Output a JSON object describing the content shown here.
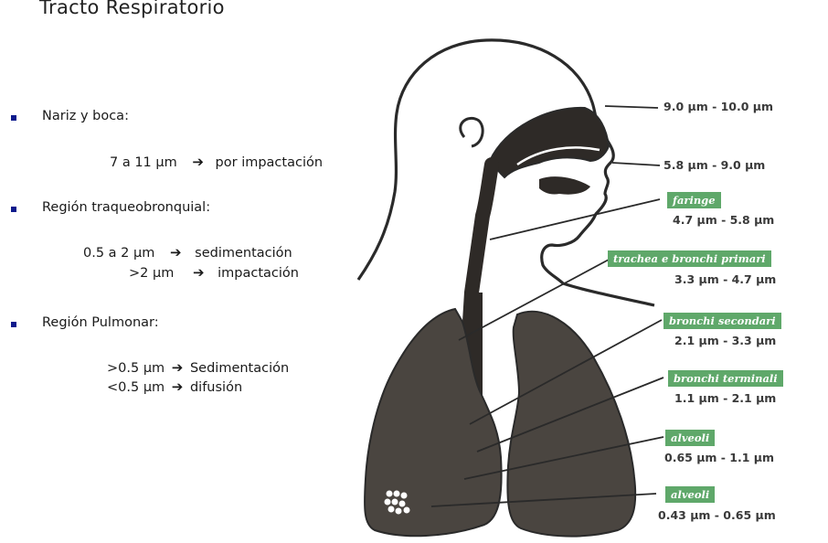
{
  "title": "Tracto Respiratorio",
  "sections": [
    {
      "heading": "Nariz y boca:",
      "lines": [
        {
          "left": "7 a 11 µm",
          "arrow": "➔",
          "right": "por impactación"
        }
      ]
    },
    {
      "heading": "Región traqueobronquial:",
      "lines": [
        {
          "left": "0.5 a 2 µm",
          "arrow": "➔",
          "right": "sedimentación"
        },
        {
          "left": ">2 µm",
          "arrow": "➔",
          "right": "impactación"
        }
      ]
    },
    {
      "heading": "Región Pulmonar:",
      "lines": [
        {
          "left": ">0.5 µm",
          "arrow": "➔",
          "right": "Sedimentación"
        },
        {
          "left": "<0.5 µm",
          "arrow": "➔",
          "right": "difusión"
        }
      ]
    }
  ],
  "figure": {
    "labels": [
      {
        "name": "",
        "range": "9.0 µm - 10.0 µm"
      },
      {
        "name": "",
        "range": "5.8 µm - 9.0 µm"
      },
      {
        "name": "faringe",
        "range": "4.7 µm - 5.8 µm"
      },
      {
        "name": "trachea e bronchi primari",
        "range": "3.3 µm - 4.7 µm"
      },
      {
        "name": "bronchi secondari",
        "range": "2.1 µm - 3.3 µm"
      },
      {
        "name": "bronchi terminali",
        "range": "1.1 µm - 2.1 µm"
      },
      {
        "name": "alveoli",
        "range": "0.65 µm - 1.1 µm"
      },
      {
        "name": "alveoli",
        "range": "0.43 µm - 0.65 µm"
      }
    ],
    "colors": {
      "lung": "#4a4540",
      "label_bg": "#5fa86a",
      "outline": "#2a2a2a"
    }
  }
}
